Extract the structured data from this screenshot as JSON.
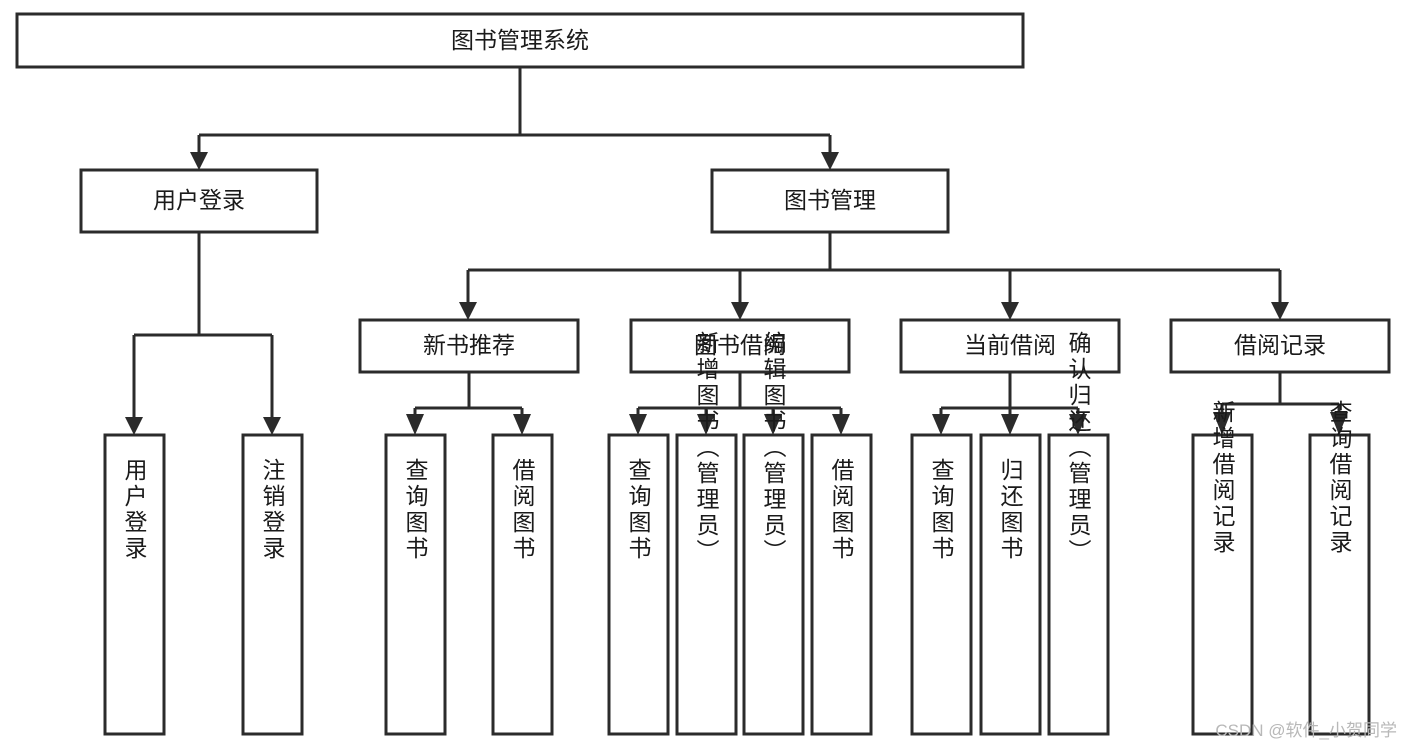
{
  "diagram": {
    "title": "图书管理系统",
    "type": "hierarchy-tree",
    "watermark": "CSDN @软件_小贺同学",
    "colors": {
      "stroke": "#2b2b2b",
      "fill": "#ffffff",
      "text": "#1a1a1a",
      "watermark": "#b8b8b8"
    },
    "levels": {
      "root": {
        "label": "图书管理系统",
        "orientation": "horizontal"
      },
      "tier2": [
        {
          "label": "用户登录",
          "orientation": "horizontal"
        },
        {
          "label": "图书管理",
          "orientation": "horizontal"
        }
      ],
      "tier3": [
        {
          "label": "新书推荐",
          "orientation": "horizontal"
        },
        {
          "label": "图书借阅",
          "orientation": "horizontal"
        },
        {
          "label": "当前借阅",
          "orientation": "horizontal"
        },
        {
          "label": "借阅记录",
          "orientation": "horizontal"
        }
      ],
      "leaves": {
        "user_login": [
          {
            "label": "用户登录",
            "orientation": "vertical"
          },
          {
            "label": "注销登录",
            "orientation": "vertical"
          }
        ],
        "new_book_recommend": [
          {
            "label": "查询图书",
            "orientation": "vertical"
          },
          {
            "label": "借阅图书",
            "orientation": "vertical"
          }
        ],
        "book_borrow": [
          {
            "label": "查询图书",
            "orientation": "vertical"
          },
          {
            "label": "新增图书（管理员）",
            "orientation": "vertical"
          },
          {
            "label": "编辑图书（管理员）",
            "orientation": "vertical"
          },
          {
            "label": "借阅图书",
            "orientation": "vertical"
          }
        ],
        "current_borrow": [
          {
            "label": "查询图书",
            "orientation": "vertical"
          },
          {
            "label": "归还图书",
            "orientation": "vertical"
          },
          {
            "label": "确认归还（管理员）",
            "orientation": "vertical"
          }
        ],
        "borrow_record": [
          {
            "label": "新增借阅记录",
            "orientation": "vertical"
          },
          {
            "label": "查询借阅记录",
            "orientation": "vertical"
          }
        ]
      }
    }
  }
}
